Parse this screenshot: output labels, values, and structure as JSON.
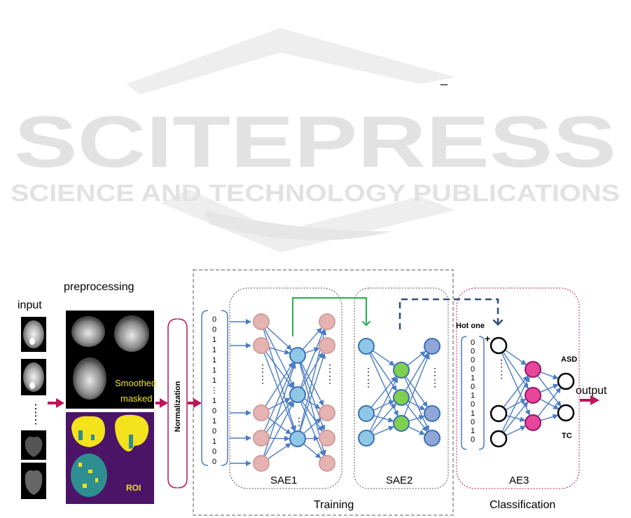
{
  "watermark": {
    "brand": "SCITEPRESS",
    "tagline": "SCIENCE AND TECHNOLOGY PUBLICATIONS"
  },
  "labels": {
    "input": "input",
    "preprocessing": "preprocessing",
    "smoothed": "Smoothed",
    "masked": "masked",
    "roi": "ROI",
    "normalization": "Normalization",
    "hot_one": "Hot one",
    "plus": "+",
    "asd": "ASD",
    "tc": "TC",
    "output": "output",
    "sae1": "SAE1",
    "sae2": "SAE2",
    "ae3": "AE3",
    "training": "Training",
    "classification": "Classification",
    "overline": "_"
  },
  "input_vector": [
    "0",
    "0",
    "1",
    "1",
    "1",
    "1",
    "1",
    "⋮",
    "1",
    "0",
    "1",
    "0",
    "1",
    "0",
    "0"
  ],
  "hot_vector": [
    "0",
    "0",
    "0",
    "0",
    "1",
    "0",
    "1",
    "0",
    "1",
    "0",
    "1",
    "0"
  ],
  "colors": {
    "arrow_magenta": "#c0135a",
    "edge_blue": "#4a7cc4",
    "node_pink": "#e6b3b3",
    "node_lightblue": "#8ec8e6",
    "node_green": "#7fd04f",
    "node_steel": "#8fa6d6",
    "node_magenta": "#e8469a",
    "green_arrow": "#22b04a",
    "dashed_arrow": "#2d4f7c",
    "roi_bg": "#4b1466",
    "roi_yellow": "#f3e21c",
    "roi_teal": "#2f8e8f"
  }
}
